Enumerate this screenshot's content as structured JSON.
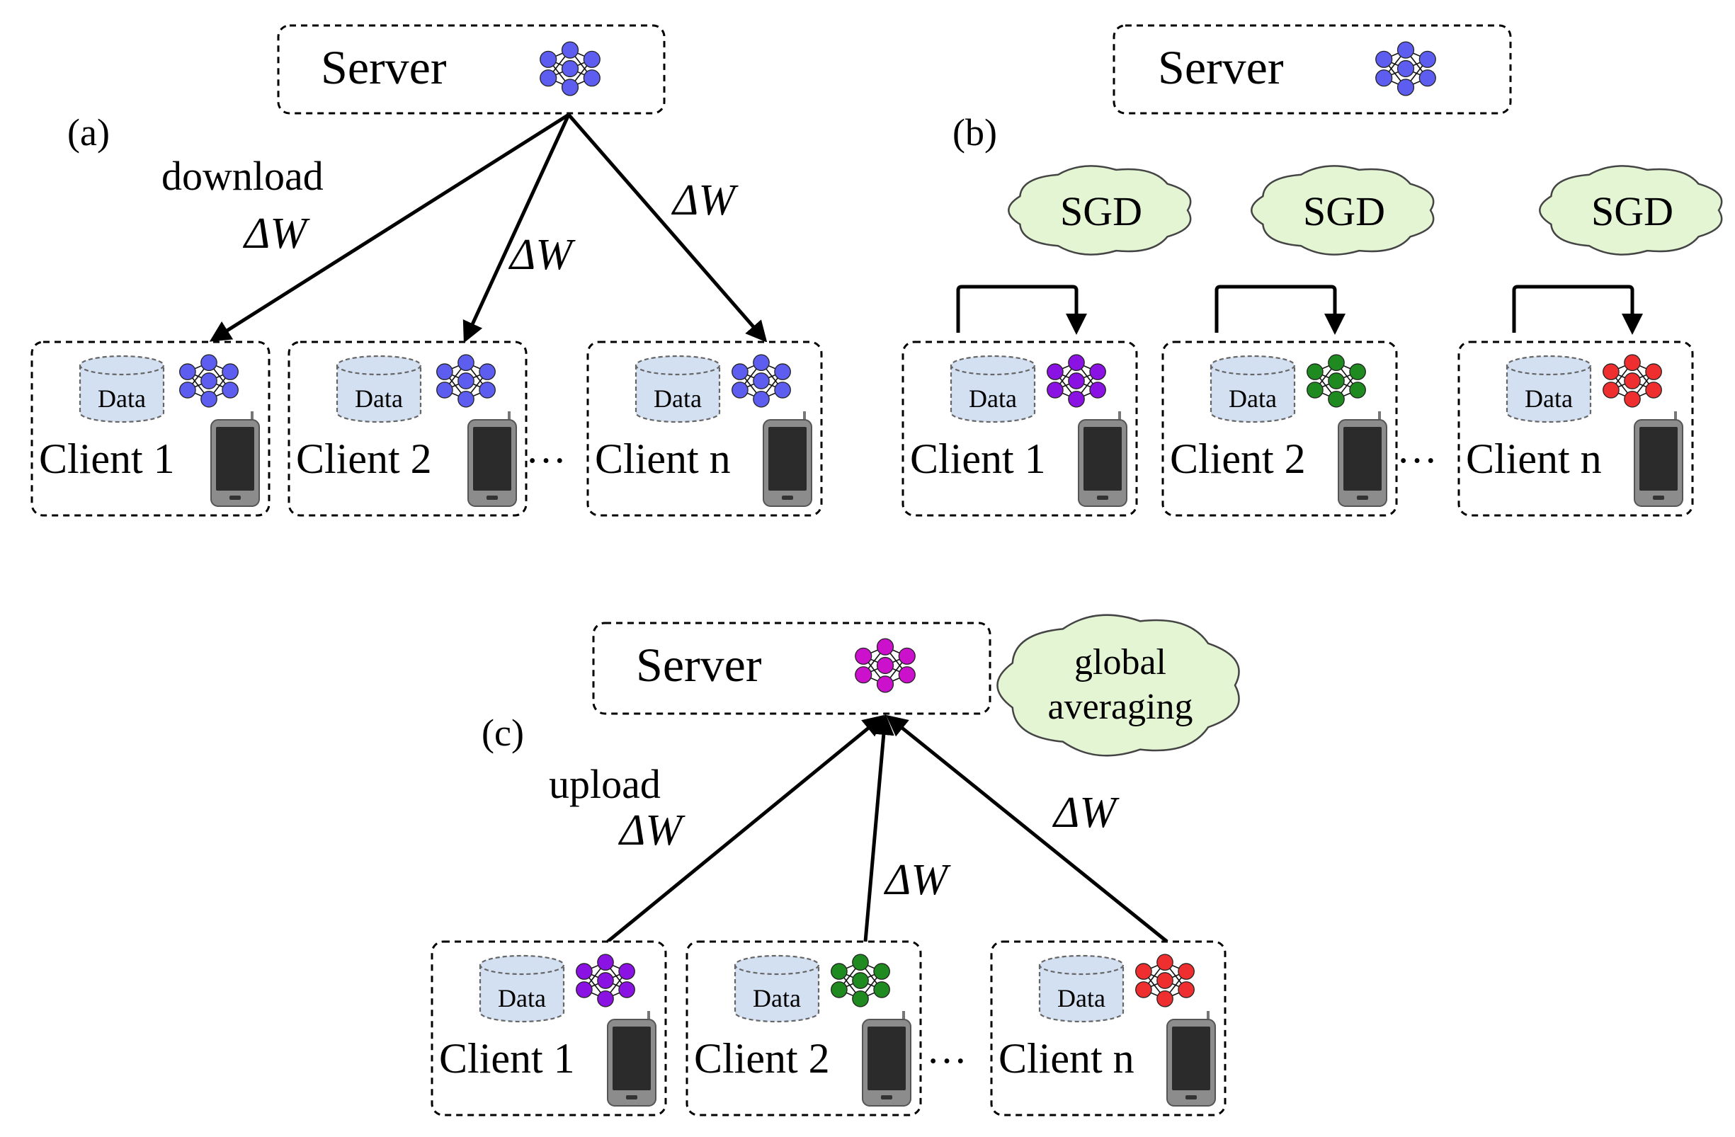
{
  "colors": {
    "cloud_fill": "#e4f5d4",
    "data_fill": "#d3e0f2",
    "phone_body": "#8c8c8c",
    "phone_screen": "#2b2b2b",
    "nn_global": "#5d5df0",
    "nn_client1": "#8a12e3",
    "nn_client2": "#1f8a1f",
    "nn_clientn": "#ef2f2f",
    "nn_aggregated": "#cc11cc"
  },
  "icons": [
    "neural-network-icon",
    "database-icon",
    "phone-icon",
    "cloud-icon",
    "arrow-icon"
  ],
  "panels": [
    {
      "label": "(a)",
      "server": {
        "title": "Server",
        "nn_color": "#5d5df0"
      },
      "annotations": [
        "download",
        "ΔW",
        "ΔW",
        "ΔW"
      ],
      "clients": [
        {
          "name": "Client 1",
          "data": "Data",
          "nn_color": "#5d5df0"
        },
        {
          "name": "Client 2",
          "data": "Data",
          "nn_color": "#5d5df0"
        },
        {
          "name": "Client n",
          "data": "Data",
          "nn_color": "#5d5df0"
        }
      ],
      "ellipsis": "···"
    },
    {
      "label": "(b)",
      "server": {
        "title": "Server",
        "nn_color": "#5d5df0"
      },
      "clouds": [
        "SGD",
        "SGD",
        "SGD"
      ],
      "clients": [
        {
          "name": "Client 1",
          "data": "Data",
          "nn_color": "#8a12e3"
        },
        {
          "name": "Client 2",
          "data": "Data",
          "nn_color": "#1f8a1f"
        },
        {
          "name": "Client n",
          "data": "Data",
          "nn_color": "#ef2f2f"
        }
      ],
      "ellipsis": "···"
    },
    {
      "label": "(c)",
      "server": {
        "title": "Server",
        "nn_color": "#cc11cc"
      },
      "cloud": [
        "global",
        "averaging"
      ],
      "annotations": [
        "upload",
        "ΔW",
        "ΔW",
        "ΔW"
      ],
      "clients": [
        {
          "name": "Client 1",
          "data": "Data",
          "nn_color": "#8a12e3"
        },
        {
          "name": "Client 2",
          "data": "Data",
          "nn_color": "#1f8a1f"
        },
        {
          "name": "Client n",
          "data": "Data",
          "nn_color": "#ef2f2f"
        }
      ],
      "ellipsis": "···"
    }
  ]
}
